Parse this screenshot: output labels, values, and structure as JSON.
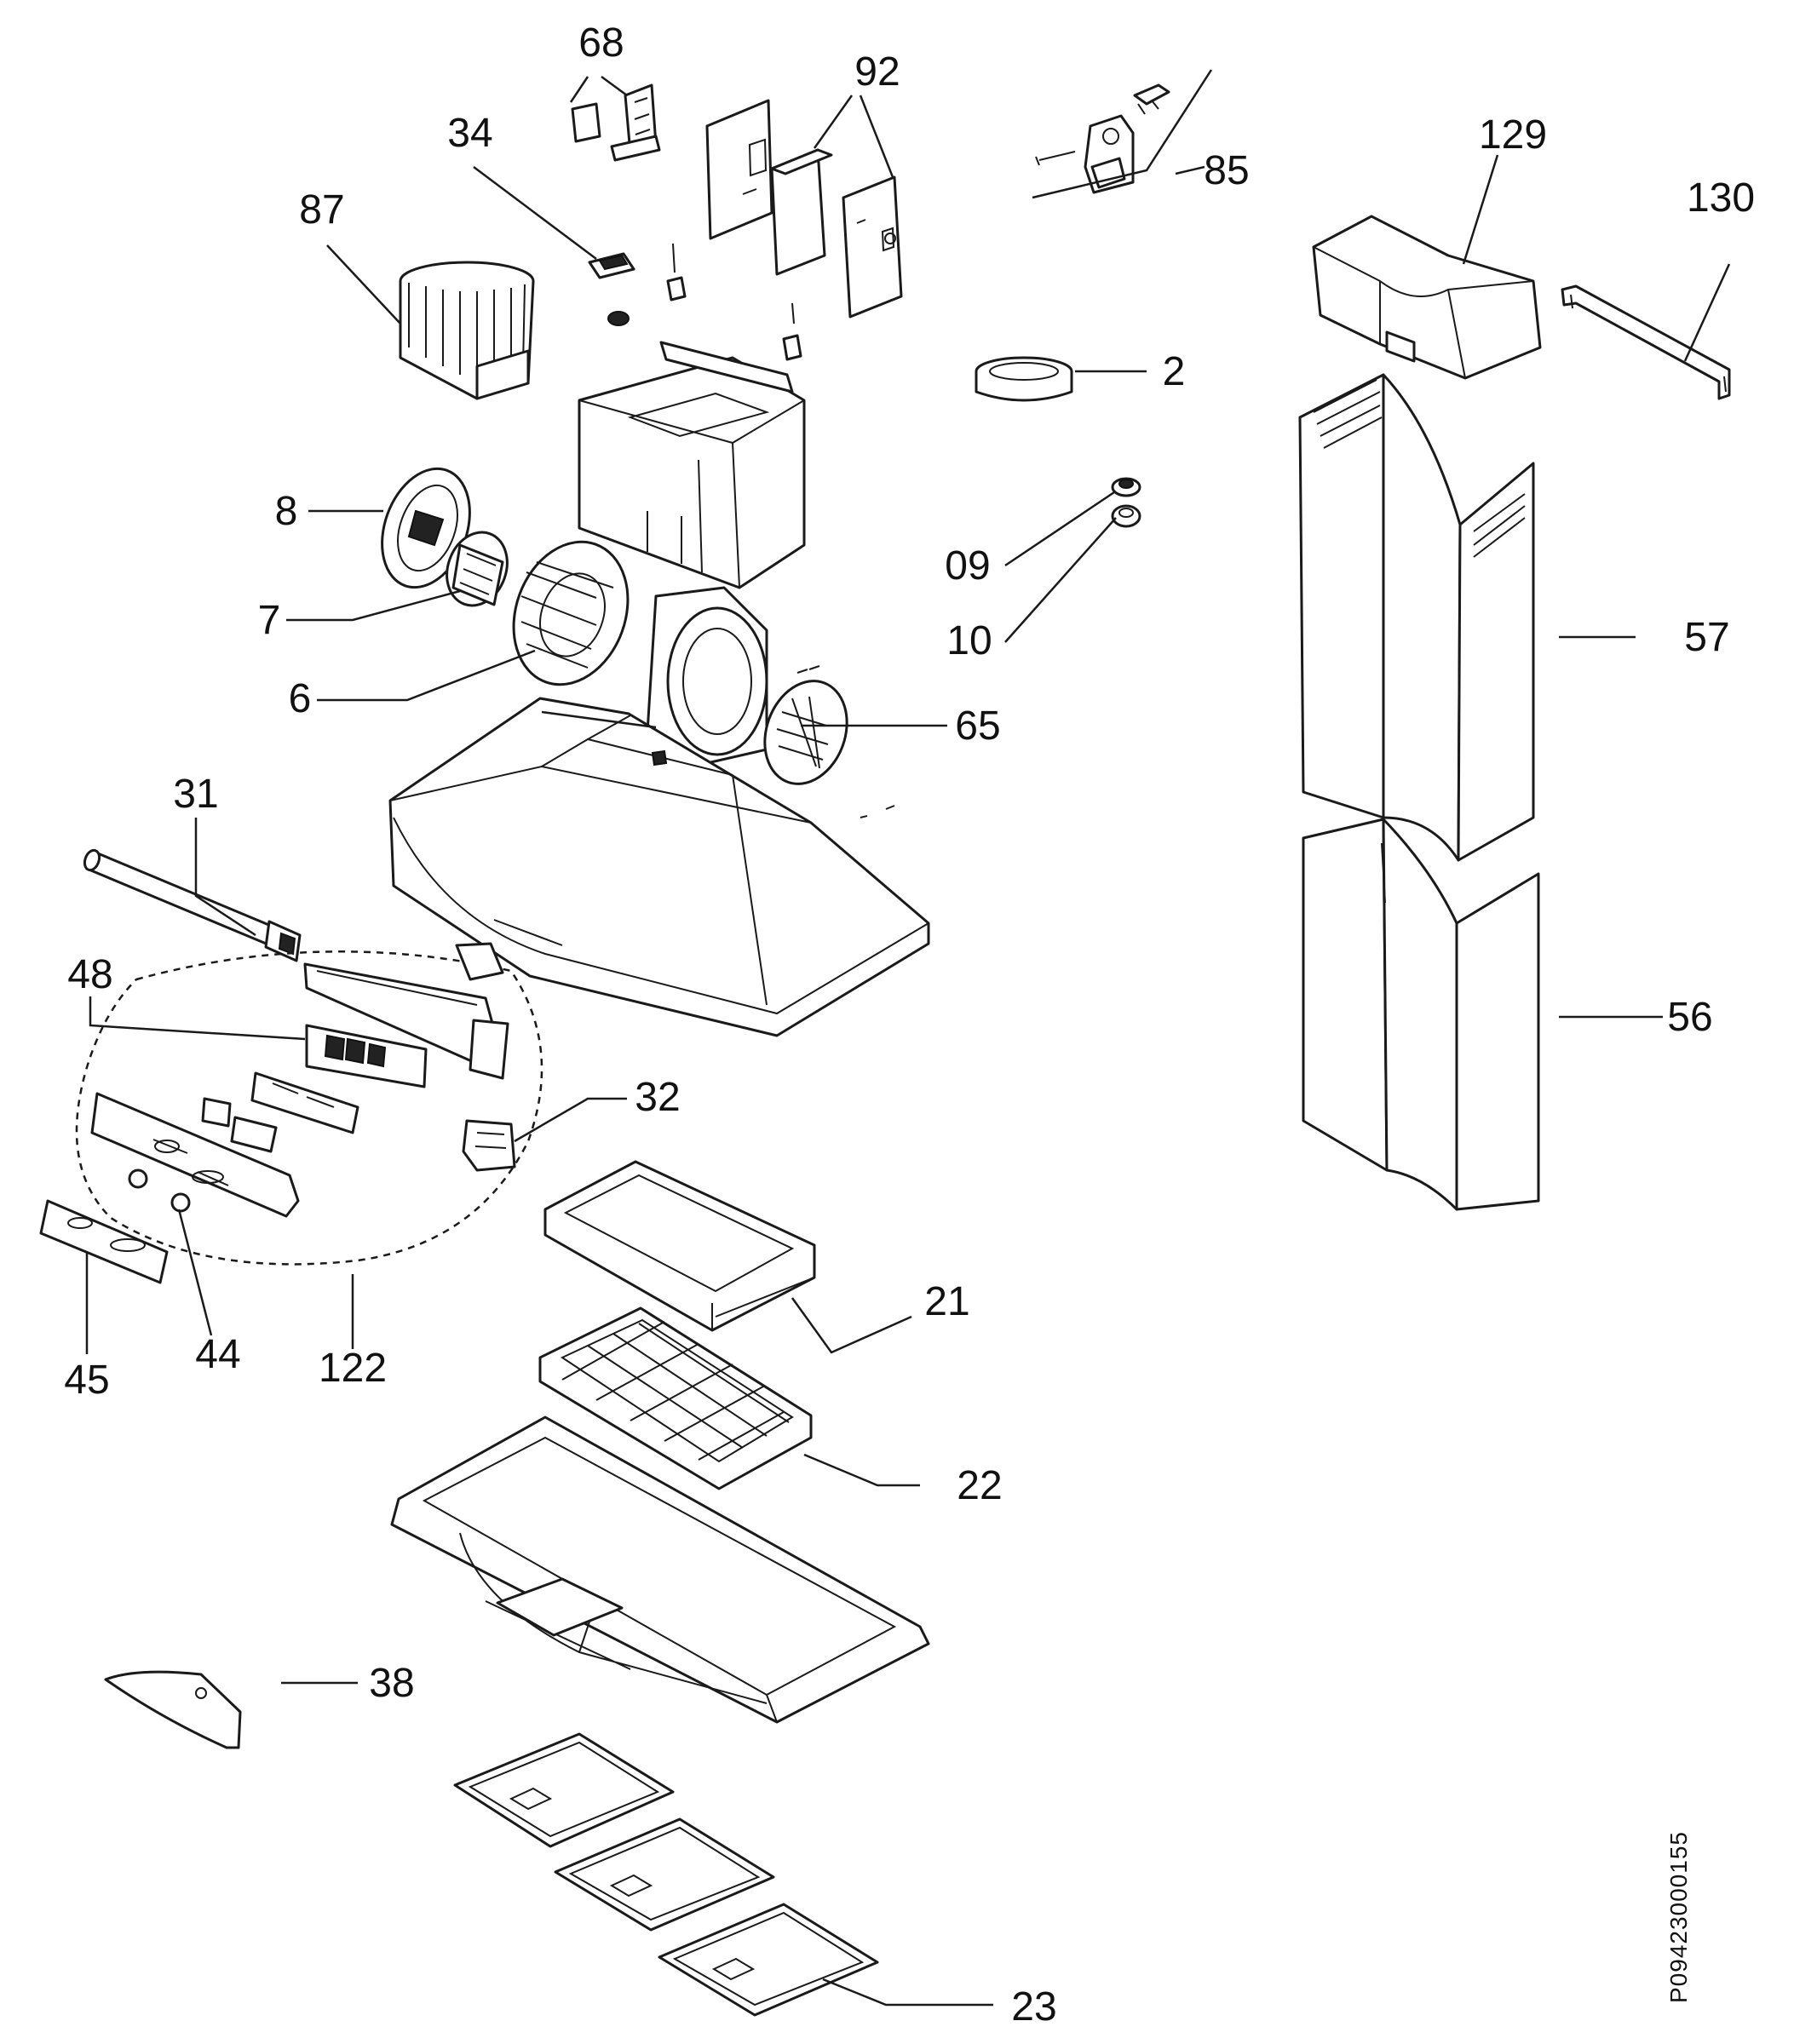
{
  "diagram": {
    "document_id": "P09423000155",
    "labels": {
      "p68": "68",
      "p92": "92",
      "p34": "34",
      "p87": "87",
      "p85": "85",
      "p129": "129",
      "p130": "130",
      "p2": "2",
      "p8": "8",
      "p09": "09",
      "p10": "10",
      "p7": "7",
      "p57": "57",
      "p6": "6",
      "p65": "65",
      "p31": "31",
      "p48": "48",
      "p56": "56",
      "p32": "32",
      "p21": "21",
      "p45": "45",
      "p44": "44",
      "p122": "122",
      "p22": "22",
      "p38": "38",
      "p23": "23"
    }
  }
}
